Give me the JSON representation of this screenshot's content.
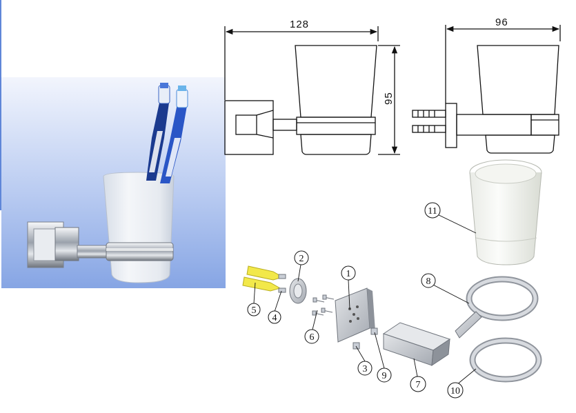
{
  "dimensions": {
    "width_front": "128",
    "height": "95",
    "width_side": "96"
  },
  "parts": [
    {
      "id": "part-1",
      "label": "1"
    },
    {
      "id": "part-2",
      "label": "2"
    },
    {
      "id": "part-3",
      "label": "3"
    },
    {
      "id": "part-4",
      "label": "4"
    },
    {
      "id": "part-5",
      "label": "5"
    },
    {
      "id": "part-6",
      "label": "6"
    },
    {
      "id": "part-7",
      "label": "7"
    },
    {
      "id": "part-8",
      "label": "8"
    },
    {
      "id": "part-9",
      "label": "9"
    },
    {
      "id": "part-10",
      "label": "10"
    },
    {
      "id": "part-11",
      "label": "11"
    }
  ],
  "colors": {
    "photo_bg_top": "#e8eefb",
    "photo_bg_bottom": "#8aa8e6",
    "chrome": "#c9ced6",
    "anchor_yellow": "#f2e84a",
    "line": "#111111"
  }
}
